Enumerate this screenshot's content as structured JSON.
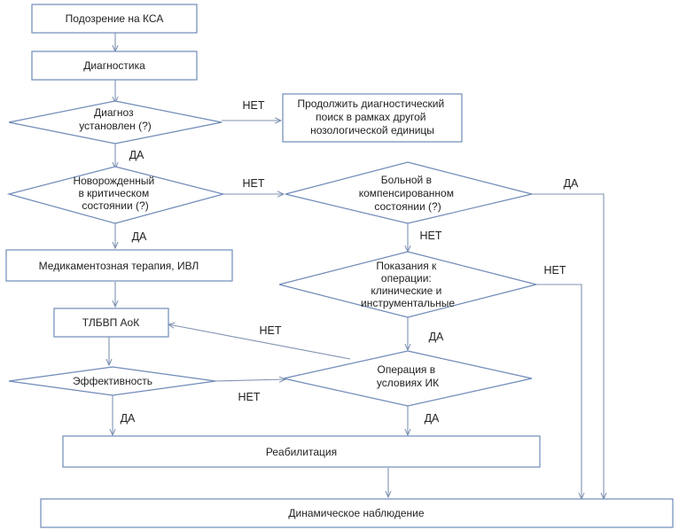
{
  "nodes": {
    "suspicion": {
      "lines": [
        "Подозрение  на КСА"
      ]
    },
    "diagnostics": {
      "lines": [
        "Диагностика"
      ]
    },
    "diagnosis_established": {
      "lines": [
        "Диагноз",
        "установлен (?)"
      ]
    },
    "continue_search": {
      "lines": [
        "Продолжить диагностический",
        "поиск в рамках другой",
        "нозологической единицы"
      ]
    },
    "newborn_critical": {
      "lines": [
        "Новорожденный",
        "в критическом",
        "состоянии (?)"
      ]
    },
    "patient_compensated": {
      "lines": [
        "Больной в",
        "компенсированном",
        "состоянии (?)"
      ]
    },
    "drug_therapy": {
      "lines": [
        "Медикаментозная  терапия,  ИВЛ"
      ]
    },
    "surgery_indications": {
      "lines": [
        "Показания к",
        "операции:",
        "клинические  и",
        "инструментальные"
      ]
    },
    "tlbvp": {
      "lines": [
        "ТЛБВП АоК"
      ]
    },
    "efficiency": {
      "lines": [
        "Эффективность"
      ]
    },
    "surgery_ik": {
      "lines": [
        "Операция в",
        "условиях ИК"
      ]
    },
    "rehabilitation": {
      "lines": [
        "Реабилитация"
      ]
    },
    "dynamic_observation": {
      "lines": [
        "Динамическое  наблюдение"
      ]
    }
  },
  "edge_labels": {
    "diag_no": "НЕТ",
    "diag_yes": "ДА",
    "newborn_no": "НЕТ",
    "newborn_yes": "ДА",
    "compensated_yes": "ДА",
    "compensated_no": "НЕТ",
    "indications_no": "НЕТ",
    "indications_yes": "ДА",
    "surgery_no": "НЕТ",
    "efficiency_no": "НЕТ",
    "efficiency_yes": "ДА",
    "surgery_yes": "ДА"
  }
}
